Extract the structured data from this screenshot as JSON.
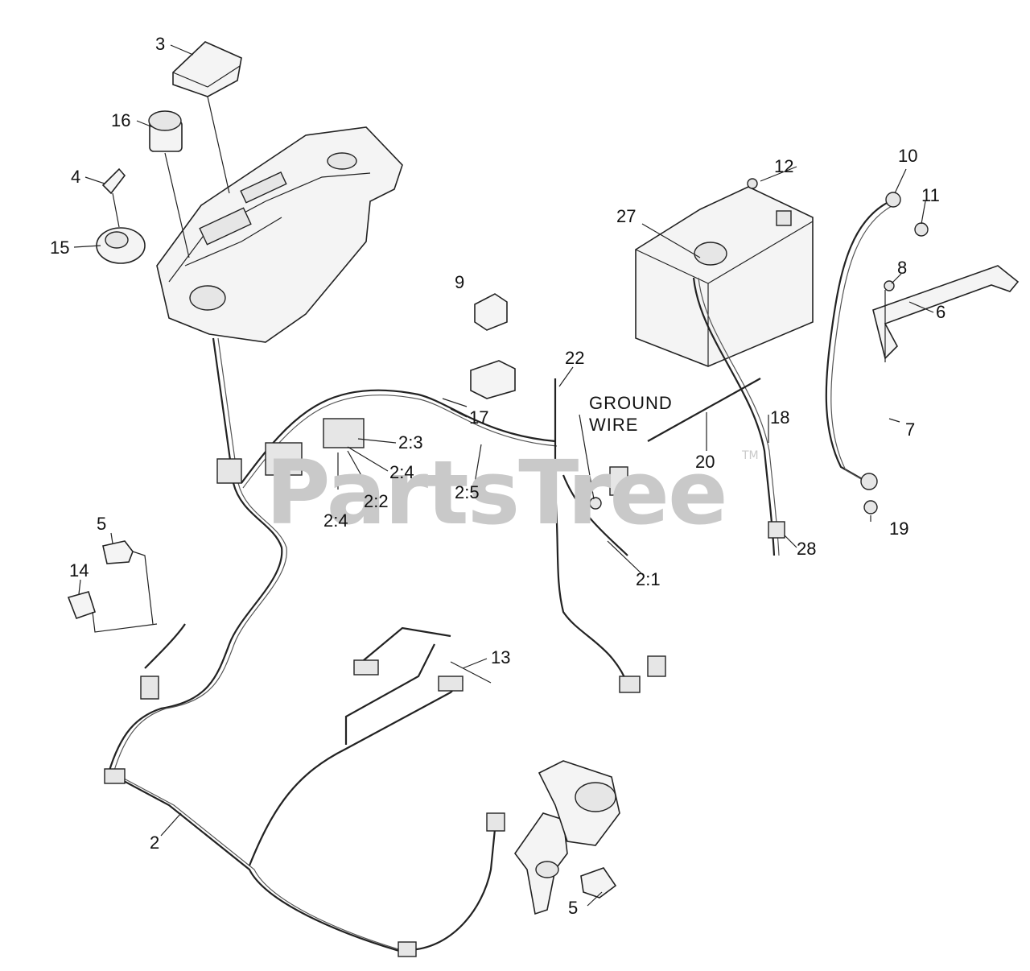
{
  "watermark": {
    "text": "PartsTree",
    "tm": "TM"
  },
  "notes": {
    "ground_line1": "GROUND",
    "ground_line2": "WIRE"
  },
  "callouts": {
    "c3": "3",
    "c16": "16",
    "c4": "4",
    "c15": "15",
    "c9": "9",
    "c12": "12",
    "c10": "10",
    "c11": "11",
    "c27": "27",
    "c8": "8",
    "c6": "6",
    "c7": "7",
    "c22": "22",
    "c17": "17",
    "c23": "2:3",
    "c24a": "2:4",
    "c22b": "2:2",
    "c24b": "2:4",
    "c25": "2:5",
    "c20": "20",
    "c18": "18",
    "c19": "19",
    "c28": "28",
    "c21": "2:1",
    "c5a": "5",
    "c14": "14",
    "c13": "13",
    "c2": "2",
    "c5b": "5"
  }
}
